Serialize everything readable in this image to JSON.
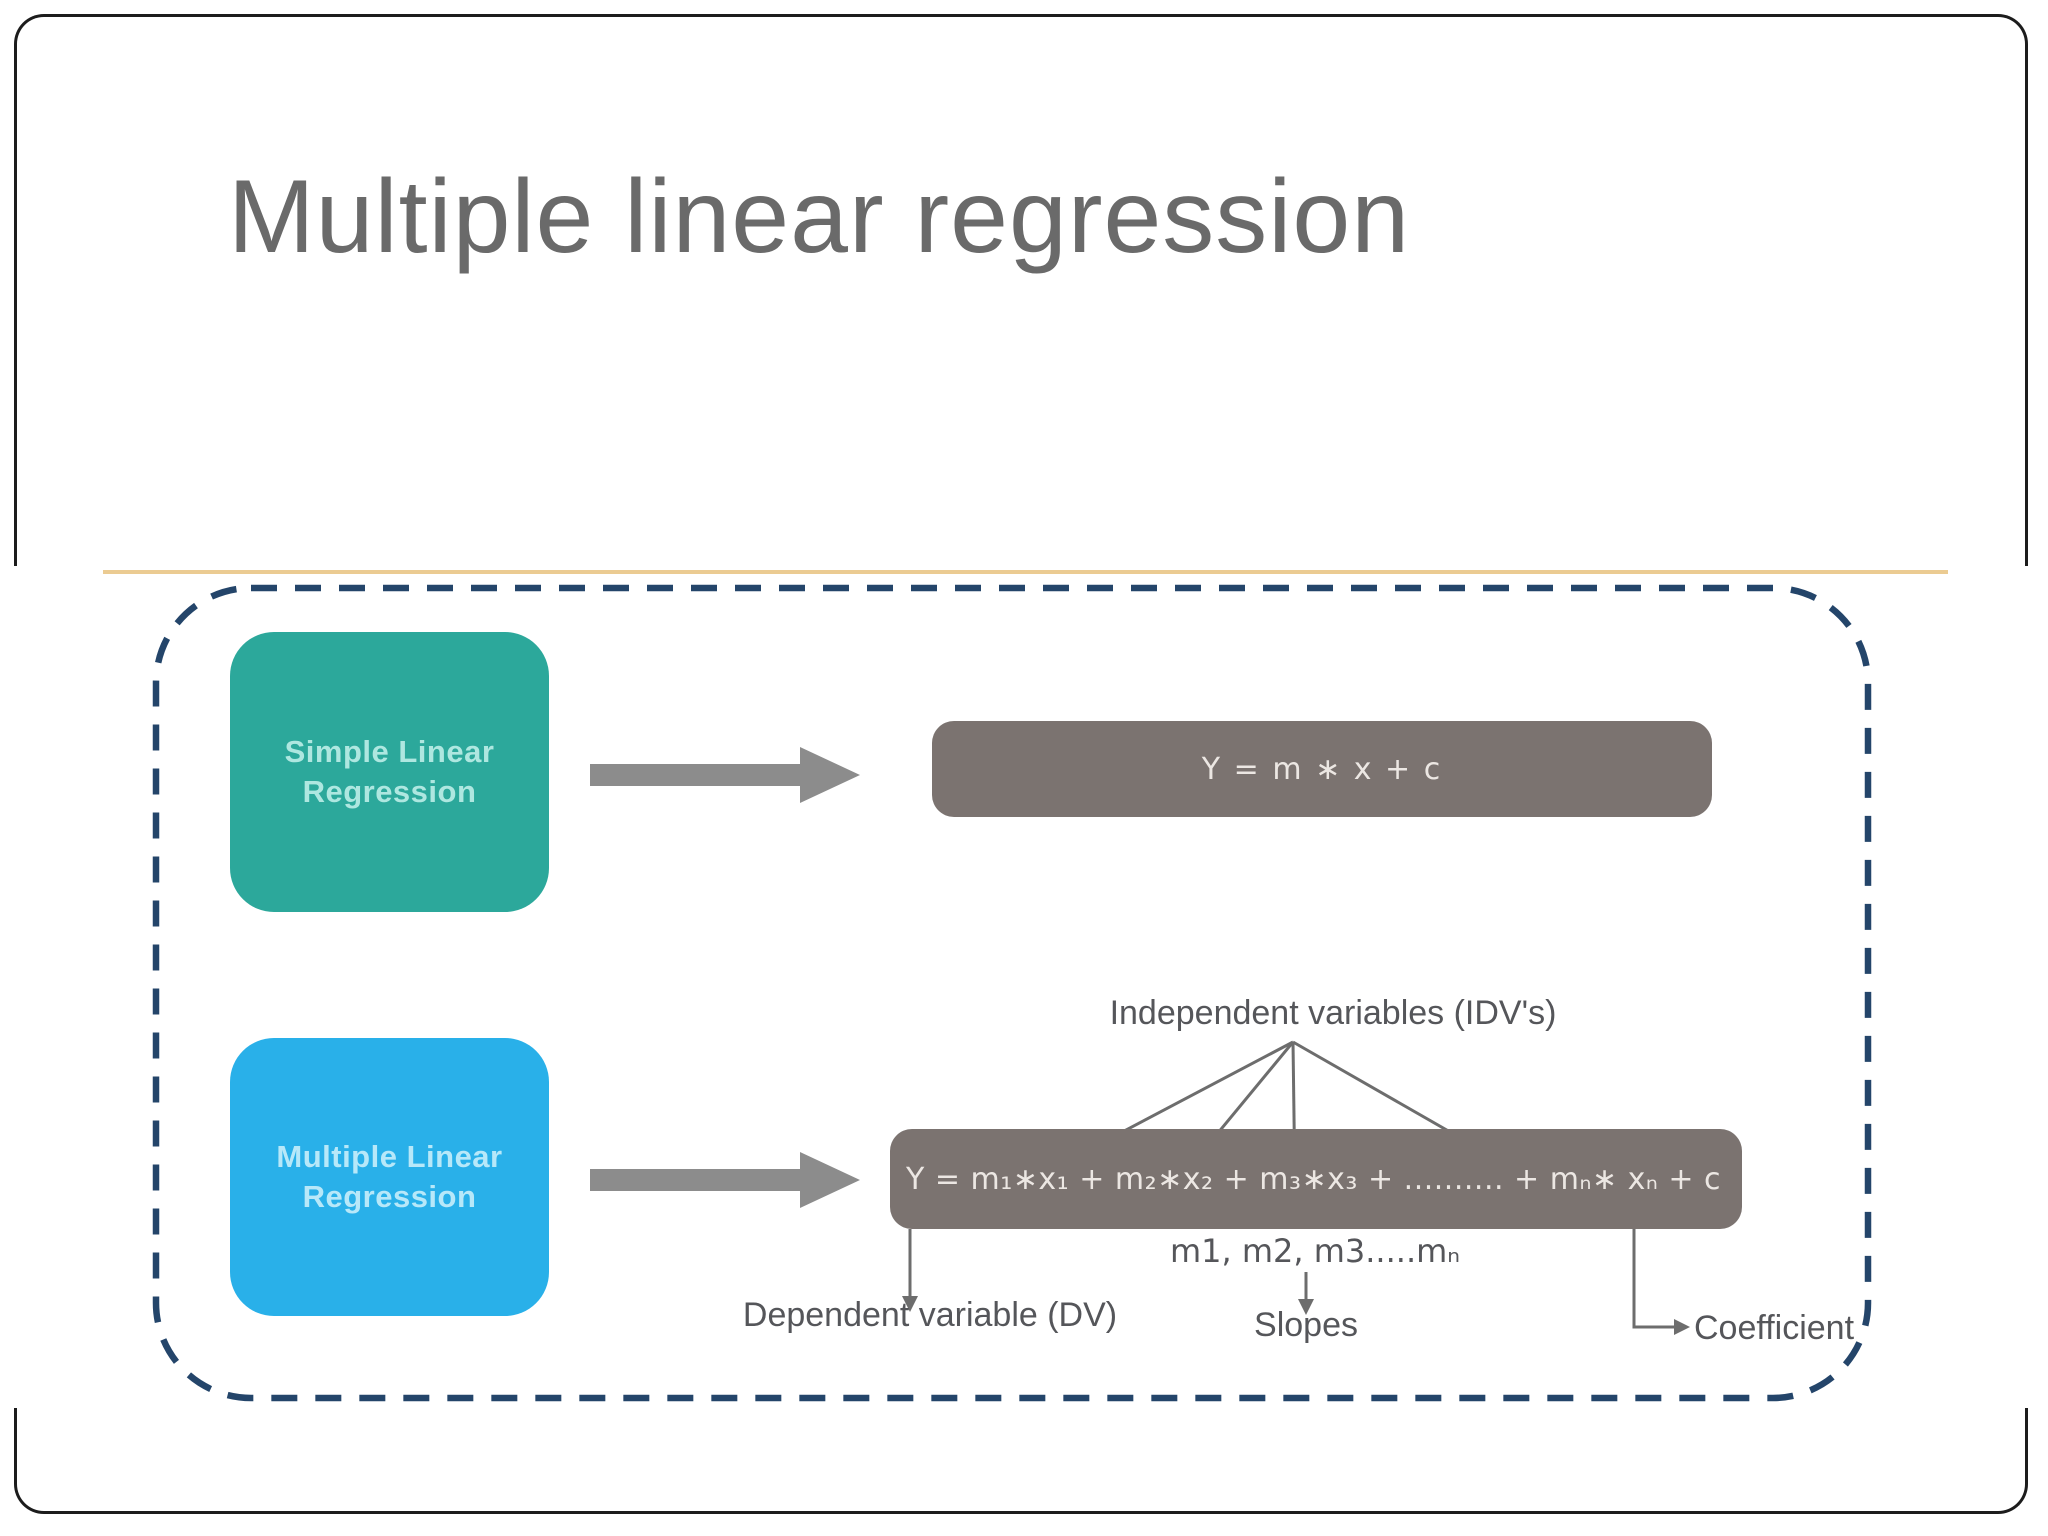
{
  "slide": {
    "title": "Multiple linear regression"
  },
  "diagram": {
    "simple": {
      "box_label": "Simple Linear\nRegression",
      "formula": "Y = m ∗ x + c"
    },
    "multiple": {
      "box_label": "Multiple Linear\nRegression",
      "formula": "Y = m₁∗x₁ + m₂∗x₂ + m₃∗x₃ + .......... + mₙ∗ xₙ + c"
    },
    "annotations": {
      "independent": "Independent variables (IDV's)",
      "dependent": "Dependent variable (DV)",
      "slopes_list": "m1, m2, m3.....mₙ",
      "slopes": "Slopes",
      "coefficient": "Coefficient"
    }
  },
  "colors": {
    "teal_box": "#2ca89b",
    "teal_text": "#aee7e0",
    "blue_box": "#29b0e9",
    "blue_text": "#b7e8f9",
    "formula_box": "#7b7370",
    "formula_text": "#ece7e3",
    "arrow_gray": "#8c8c8c",
    "dashed_border": "#24456a",
    "accent_line": "#ebcb92",
    "connector": "#6d6d6d",
    "title_text": "#6a6a6a",
    "label_text": "#55565a",
    "frame_border": "#1c1c1c"
  }
}
